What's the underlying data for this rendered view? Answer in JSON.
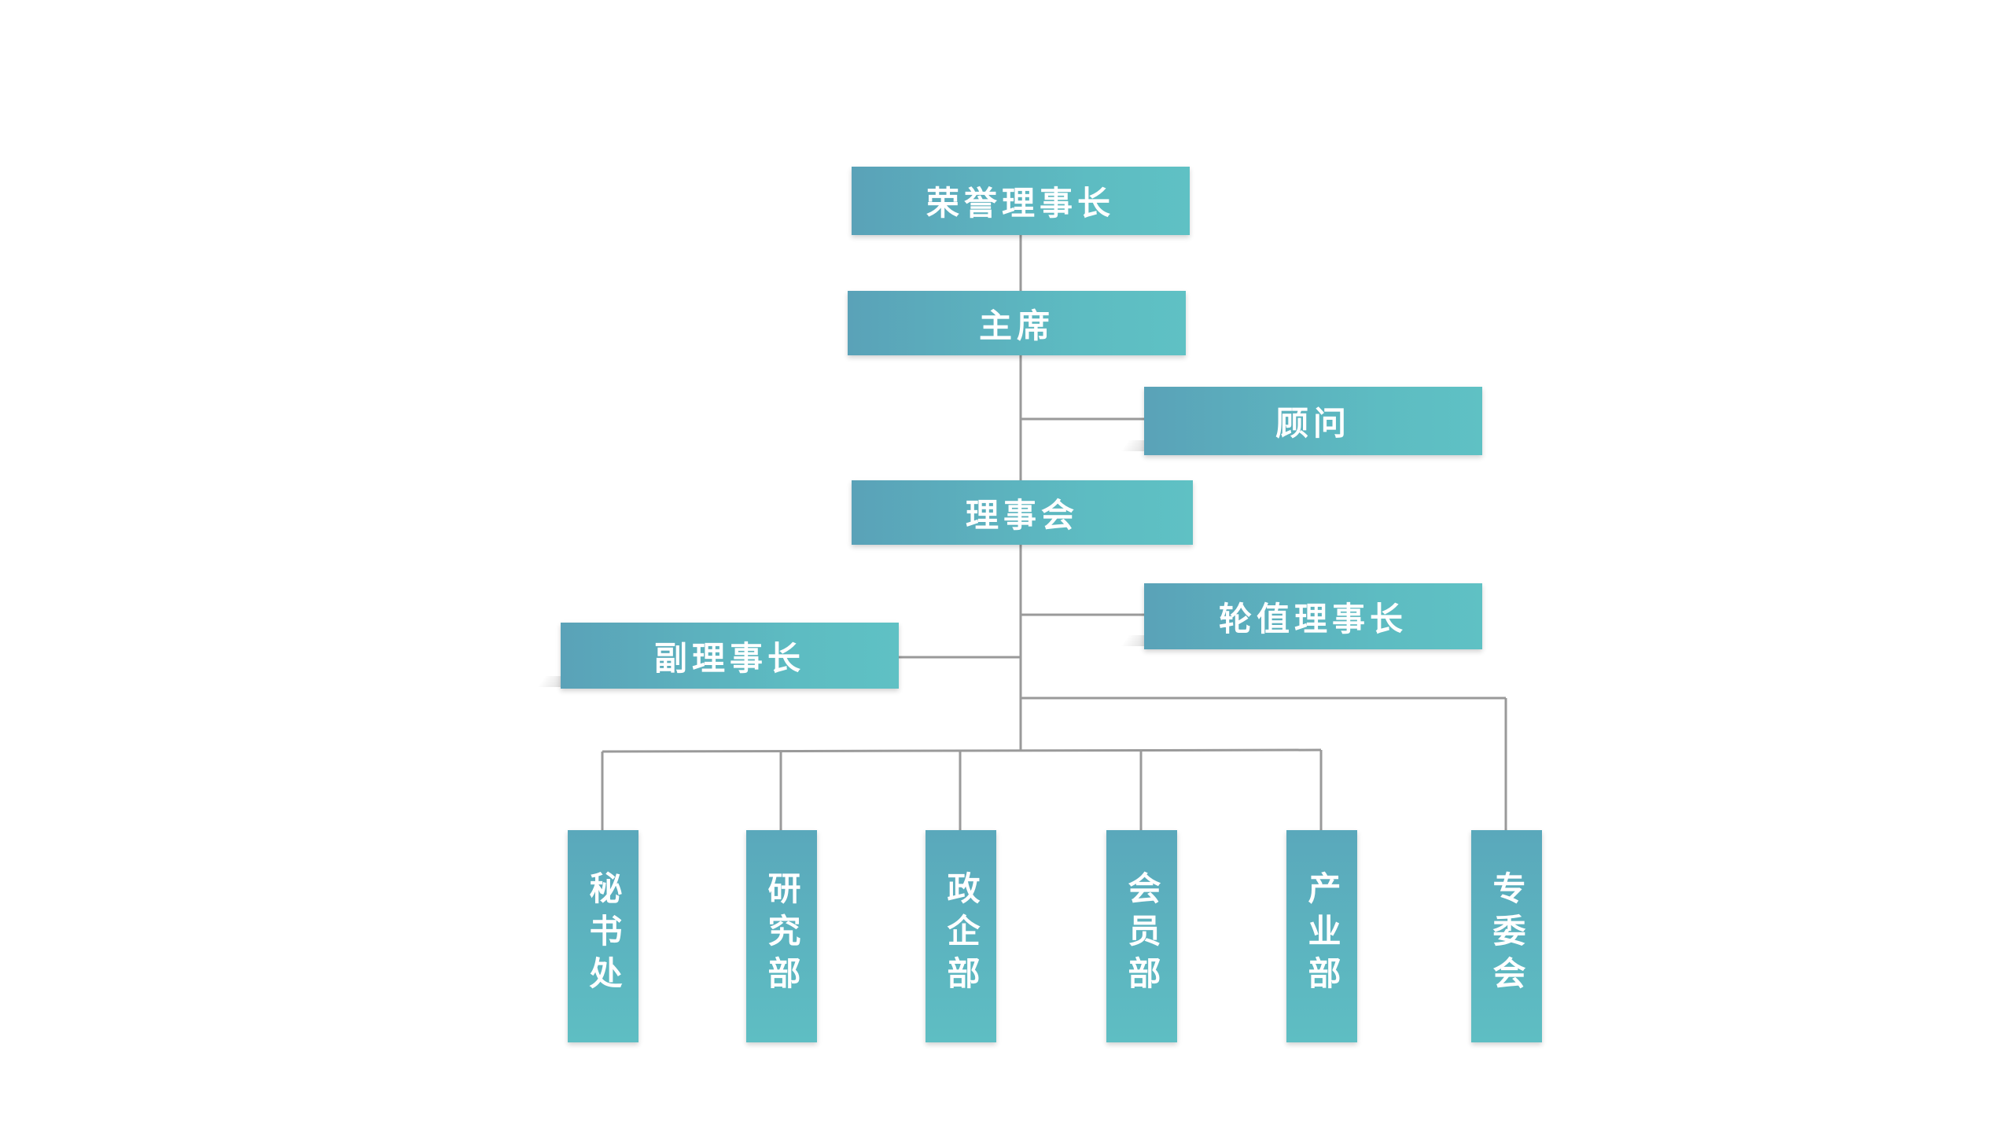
{
  "org_chart": {
    "honorary_chairman": "荣誉理事长",
    "chairman": "主席",
    "advisor": "顾问",
    "council": "理事会",
    "rotating_chairman": "轮值理事长",
    "vice_chairman": "副理事长",
    "departments": [
      {
        "label": "秘书处"
      },
      {
        "label": "研究部"
      },
      {
        "label": "政企部"
      },
      {
        "label": "会员部"
      },
      {
        "label": "产业部"
      },
      {
        "label": "专委会"
      }
    ]
  },
  "colors": {
    "box_gradient_start": "#5aa2b8",
    "box_gradient_end": "#5fc1c4",
    "connector": "#9a9a9a",
    "text": "#ffffff",
    "background": "#ffffff"
  }
}
